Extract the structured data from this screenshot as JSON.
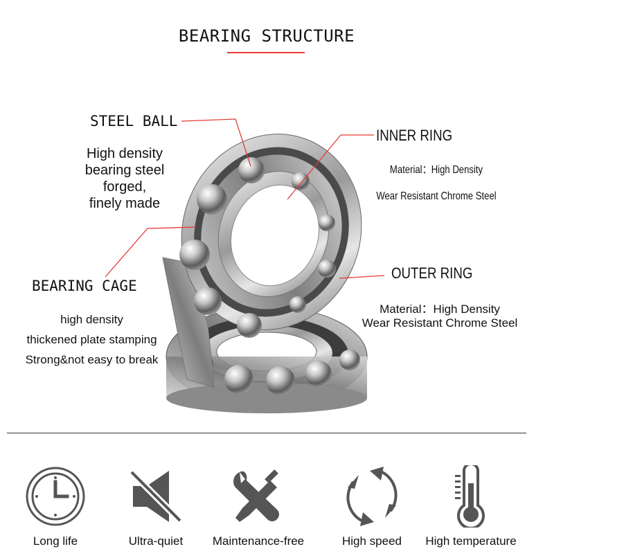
{
  "title": "BEARING STRUCTURE",
  "labels": {
    "steel_ball": {
      "heading": "STEEL BALL",
      "lines": [
        "High density",
        "bearing steel",
        "forged,",
        "finely made"
      ]
    },
    "inner_ring": {
      "heading": "INNER RING",
      "lines": [
        "Material：High Density",
        "Wear Resistant Chrome Steel"
      ]
    },
    "outer_ring": {
      "heading": "OUTER RING",
      "lines": [
        "Material：High Density",
        "Wear Resistant Chrome Steel"
      ]
    },
    "bearing_cage": {
      "heading": "BEARING CAGE",
      "lines": [
        "high density",
        "thickened plate stamping",
        "Strong&not easy to break"
      ]
    }
  },
  "features": [
    {
      "label": "Long life",
      "icon": "clock-icon"
    },
    {
      "label": "Ultra-quiet",
      "icon": "mute-speaker-icon"
    },
    {
      "label": "Maintenance-free",
      "icon": "wrench-screwdriver-icon"
    },
    {
      "label": "High speed",
      "icon": "rotation-arrows-icon"
    },
    {
      "label": "High temperature",
      "icon": "thermometer-icon"
    }
  ],
  "colors": {
    "accent": "#e53935",
    "icon": "#555555"
  }
}
